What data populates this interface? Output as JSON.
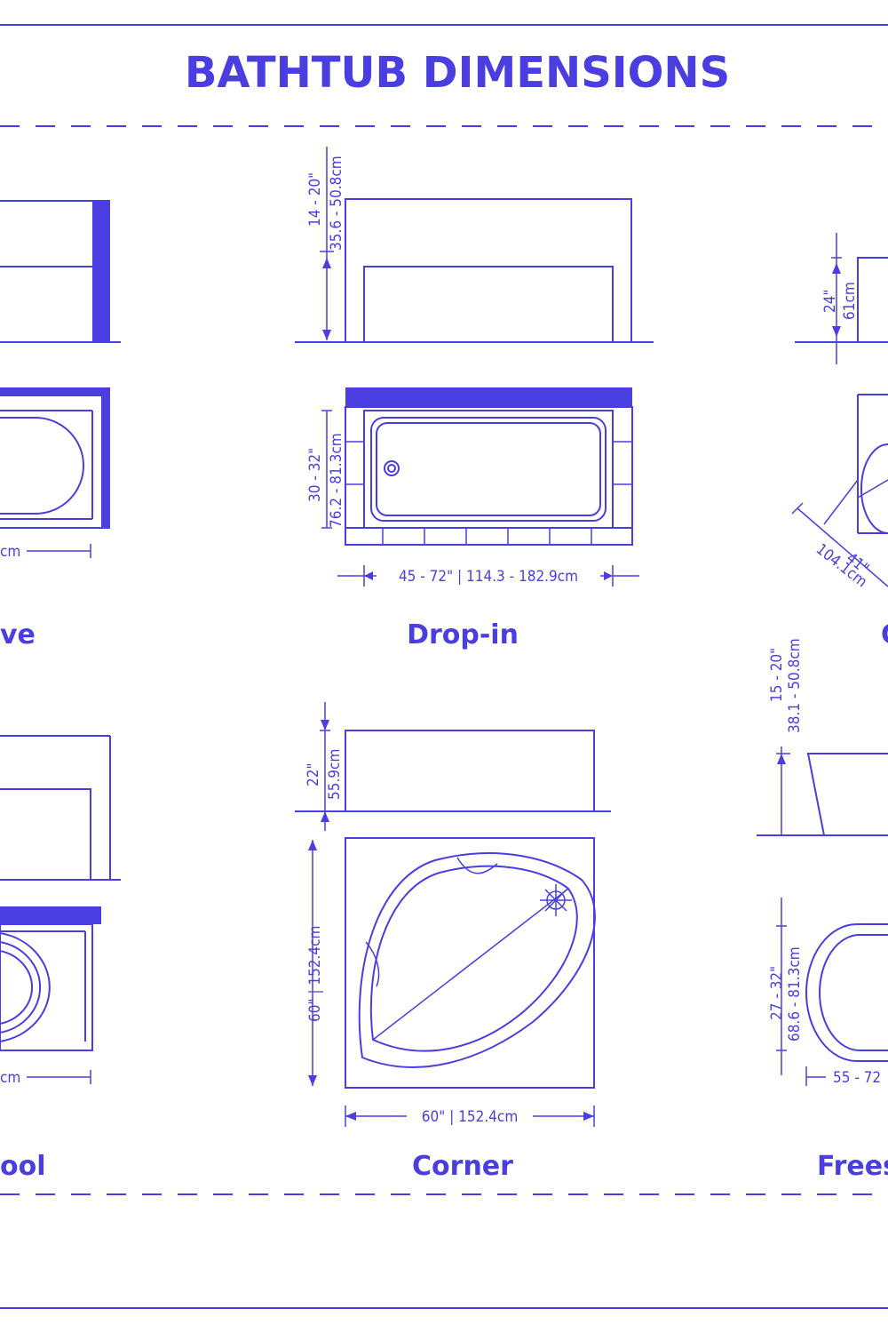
{
  "title": "BATHTUB DIMENSIONS",
  "colors": {
    "ink": "#4a3ee0",
    "background": "#ffffff"
  },
  "tubs": {
    "alcove": {
      "label": "ve",
      "width_partial": "cm"
    },
    "drop_in": {
      "label": "Drop-in",
      "height": "14 - 20\"",
      "height_cm": "35.6 - 50.8cm",
      "depth": "30 - 32\"",
      "depth_cm": "76.2 - 81.3cm",
      "width": "45 - 72\" | 114.3 - 182.9cm"
    },
    "clawfoot_partial": {
      "label": "C",
      "height": "24\"",
      "height_cm": "61cm",
      "diag": "41\"",
      "diag_cm": "104.1cm"
    },
    "whirlpool": {
      "label": "ool",
      "width_partial": "cm"
    },
    "corner": {
      "label": "Corner",
      "height": "22\"",
      "height_cm": "55.9cm",
      "side": "60\" | 152.4cm",
      "width": "60\" | 152.4cm"
    },
    "freestanding": {
      "label": "Frees",
      "height": "15 - 20\"",
      "height_cm": "38.1 - 50.8cm",
      "depth": "27 - 32\"",
      "depth_cm": "68.6 - 81.3cm",
      "width_partial": "55 - 72"
    }
  }
}
